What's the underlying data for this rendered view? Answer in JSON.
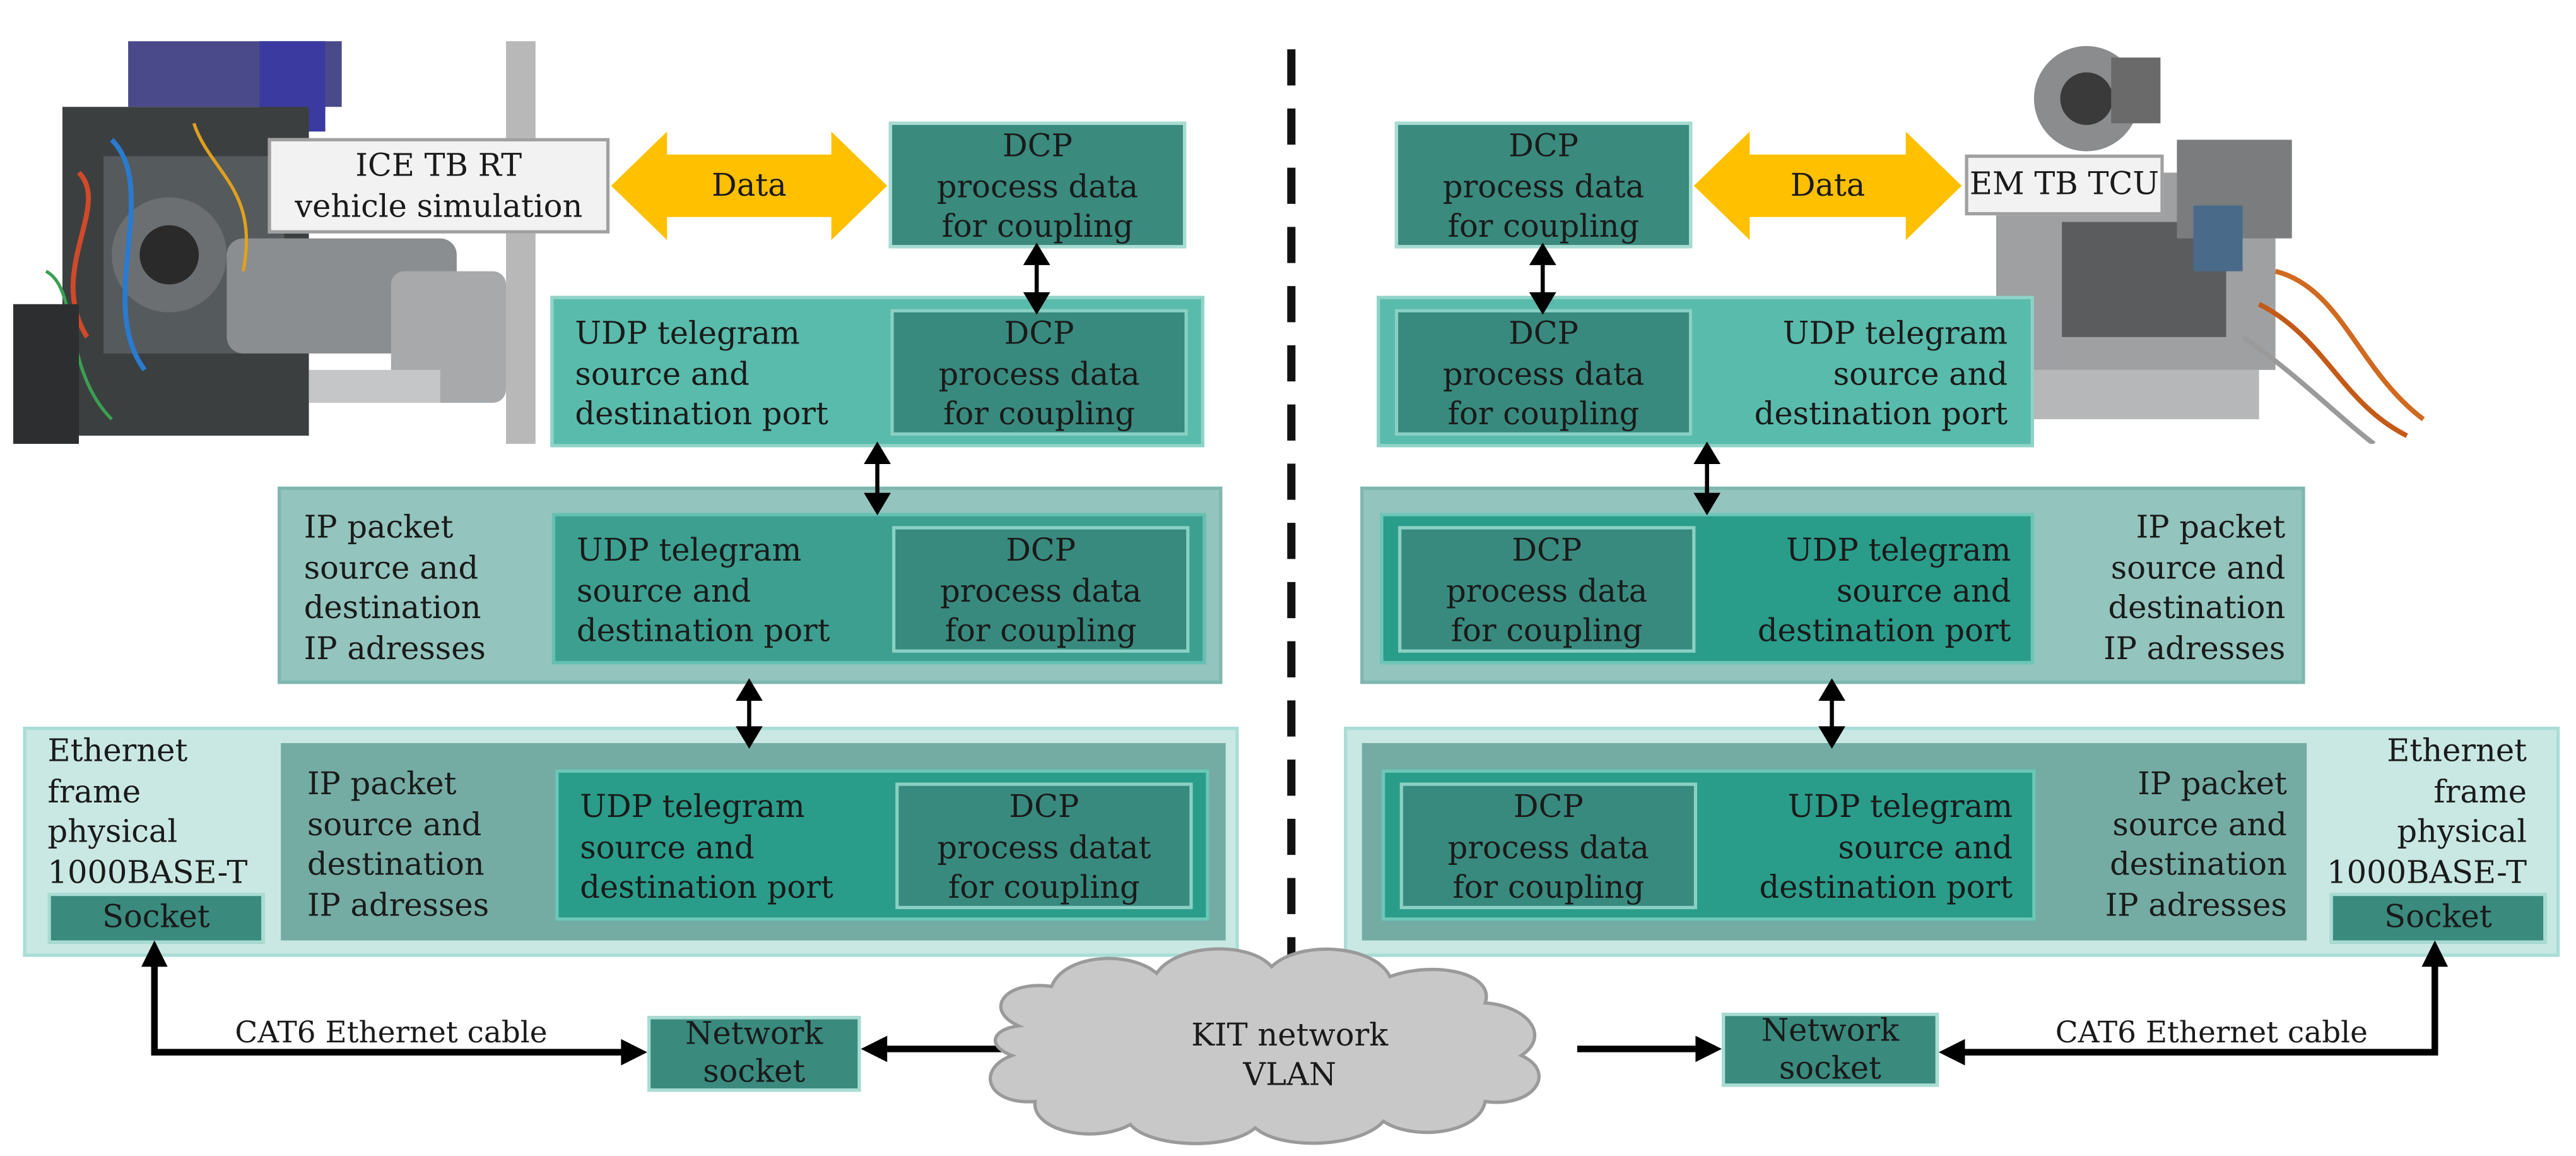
{
  "left": {
    "photo_label": "ICE TB RT\nvehicle simulation",
    "data_arrow": "Data",
    "dcp_top": "DCP\nprocess data\nfor coupling",
    "udp_layer": {
      "udp": "UDP telegram\nsource and\ndestination port",
      "dcp": "DCP\nprocess data\nfor coupling"
    },
    "ip_layer": {
      "ip": "IP packet\nsource and\ndestination\nIP adresses",
      "udp": "UDP telegram\nsource and\ndestination port",
      "dcp": "DCP\nprocess data\nfor coupling"
    },
    "eth_layer": {
      "eth": "Ethernet\nframe\nphysical\n1000BASE-T",
      "socket": "Socket",
      "ip": "IP packet\nsource and\ndestination\nIP adresses",
      "udp": "UDP telegram\nsource and\ndestination port",
      "dcp": "DCP\nprocess datat\nfor coupling"
    },
    "cable": "CAT6 Ethernet cable",
    "network_socket": "Network\nsocket"
  },
  "right": {
    "photo_label": "EM TB TCU",
    "data_arrow": "Data",
    "dcp_top": "DCP\nprocess data\nfor coupling",
    "udp_layer": {
      "udp": "UDP telegram\nsource and\ndestination port",
      "dcp": "DCP\nprocess data\nfor coupling"
    },
    "ip_layer": {
      "ip": "IP packet\nsource and\ndestination\nIP adresses",
      "udp": "UDP telegram\nsource and\ndestination port",
      "dcp": "DCP\nprocess data\nfor coupling"
    },
    "eth_layer": {
      "eth": "Ethernet\nframe\nphysical\n1000BASE-T",
      "socket": "Socket",
      "ip": "IP packet\nsource and\ndestination\nIP adresses",
      "udp": "UDP telegram\nsource and\ndestination port",
      "dcp": "DCP\nprocess data\nfor coupling"
    },
    "cable": "CAT6 Ethernet cable",
    "network_socket": "Network\nsocket"
  },
  "cloud": "KIT network\nVLAN",
  "colors": {
    "data_arrow": "#ffc000",
    "dcp": "#398a7e",
    "udp": "#59bbab",
    "ip": "#93c4bd",
    "ethernet": "#c9e8e3",
    "cloud": "#c8c8c8"
  },
  "icons": [
    "engine-test-bench-photo",
    "electric-motor-test-bench-photo"
  ]
}
